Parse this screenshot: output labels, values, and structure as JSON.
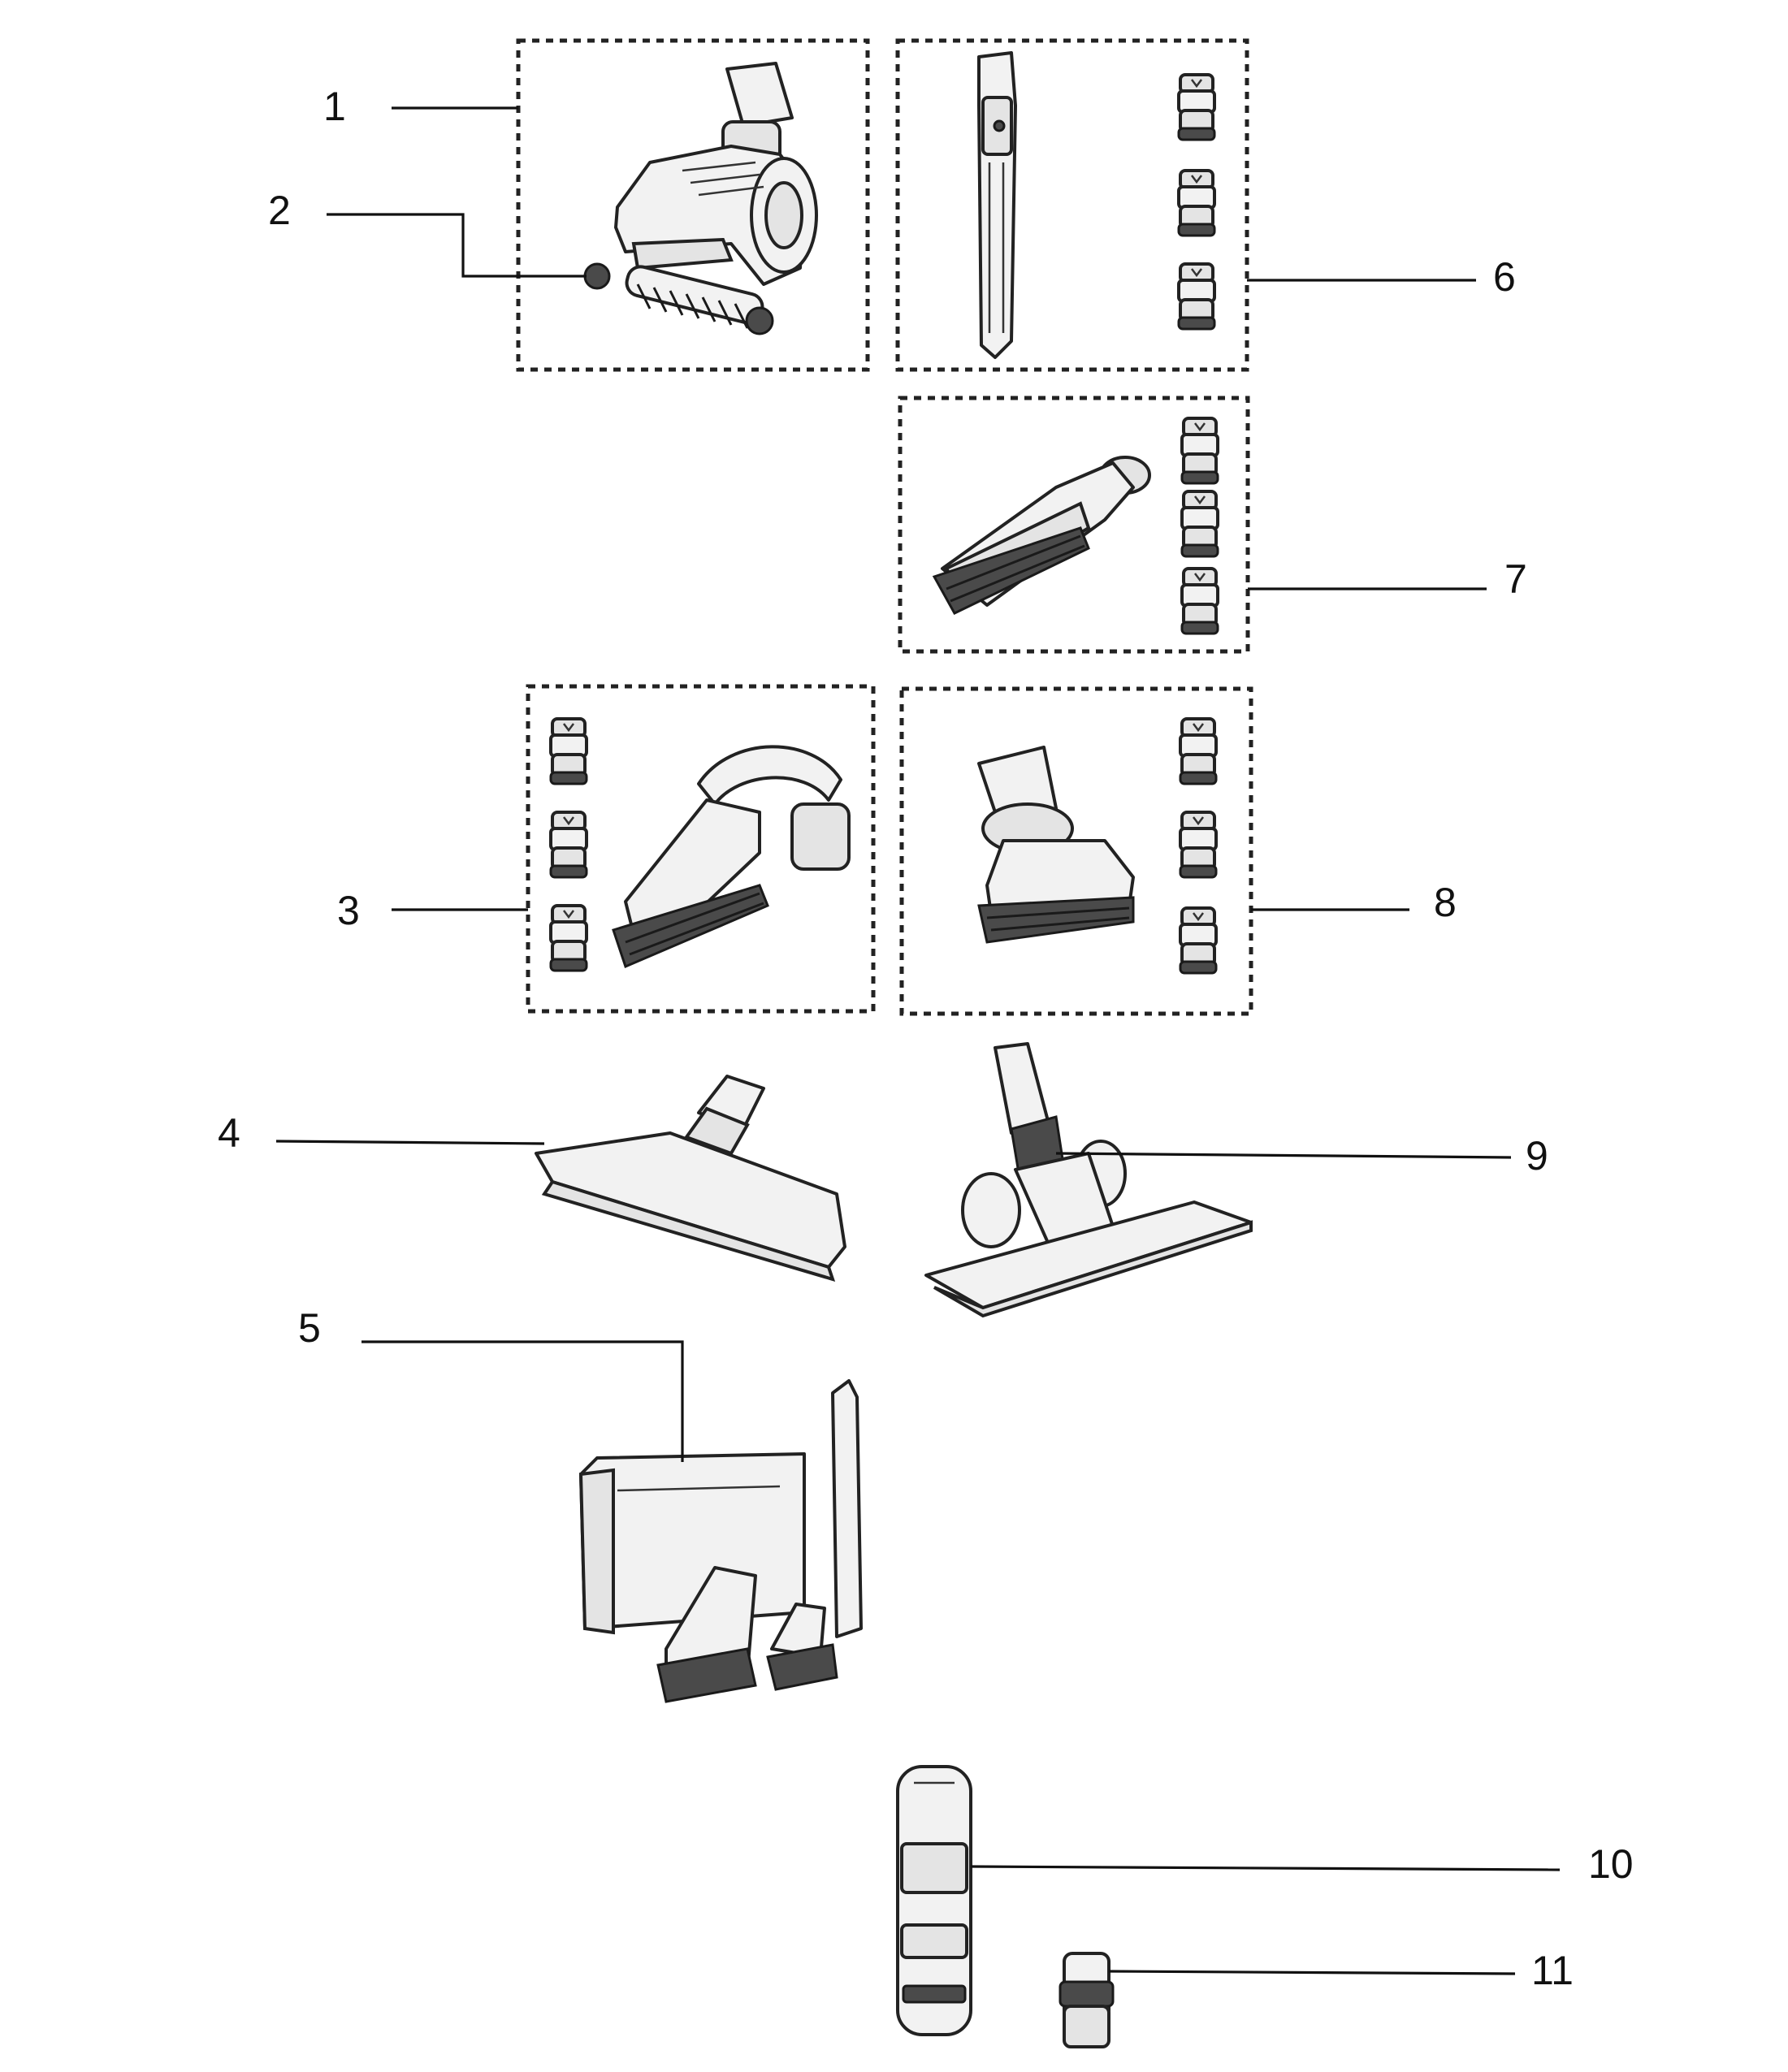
{
  "callouts": [
    {
      "id": "1",
      "label": "1"
    },
    {
      "id": "2",
      "label": "2"
    },
    {
      "id": "3",
      "label": "3"
    },
    {
      "id": "4",
      "label": "4"
    },
    {
      "id": "5",
      "label": "5"
    },
    {
      "id": "6",
      "label": "6"
    },
    {
      "id": "7",
      "label": "7"
    },
    {
      "id": "8",
      "label": "8"
    },
    {
      "id": "9",
      "label": "9"
    },
    {
      "id": "10",
      "label": "10"
    },
    {
      "id": "11",
      "label": "11"
    }
  ],
  "colors": {
    "line": "#111111",
    "part_fill": "#f2f2f2",
    "part_dark": "#4a4a4a",
    "background": "#ffffff"
  }
}
